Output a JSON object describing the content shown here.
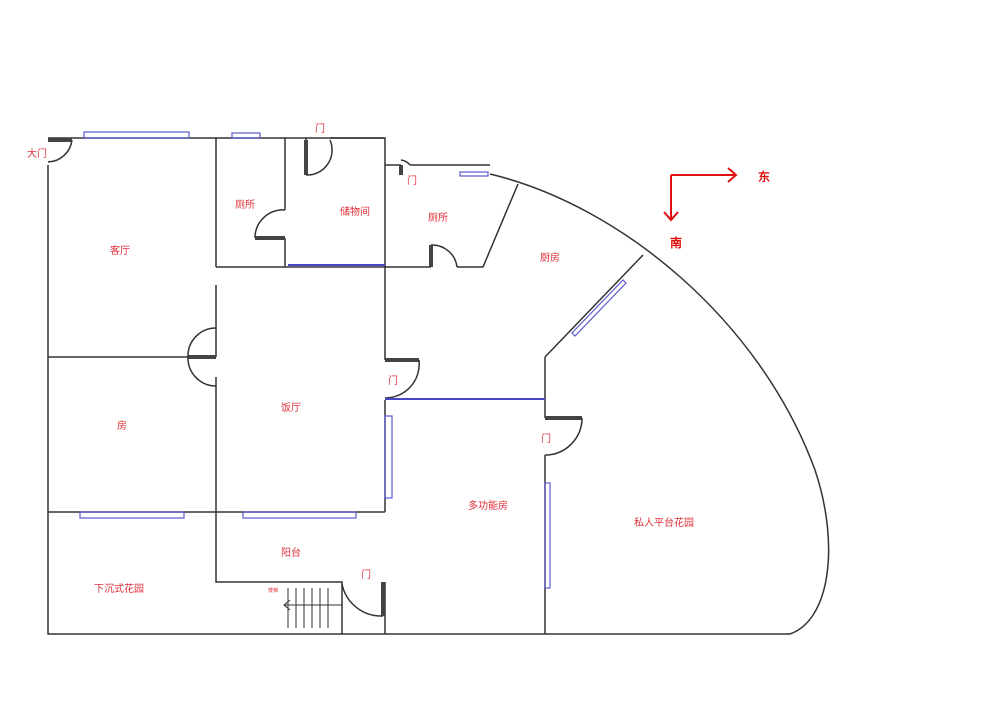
{
  "rooms": {
    "main_door": "大门",
    "living_room": "客厅",
    "toilet_1": "厕所",
    "storage": "储物间",
    "toilet_2": "厕所",
    "kitchen": "厨房",
    "dining_room": "饭厅",
    "bedroom": "房",
    "multi_room": "多功能房",
    "private_garden": "私人平台花园",
    "balcony": "阳台",
    "sunken_garden": "下沉式花园",
    "stairs": "楼梯"
  },
  "doors": {
    "storage_door": "门",
    "toilet2_door": "门",
    "dining_door": "门",
    "multi_door": "门",
    "balcony_door": "门"
  },
  "compass": {
    "east": "东",
    "south": "南",
    "color": "#e01010"
  }
}
